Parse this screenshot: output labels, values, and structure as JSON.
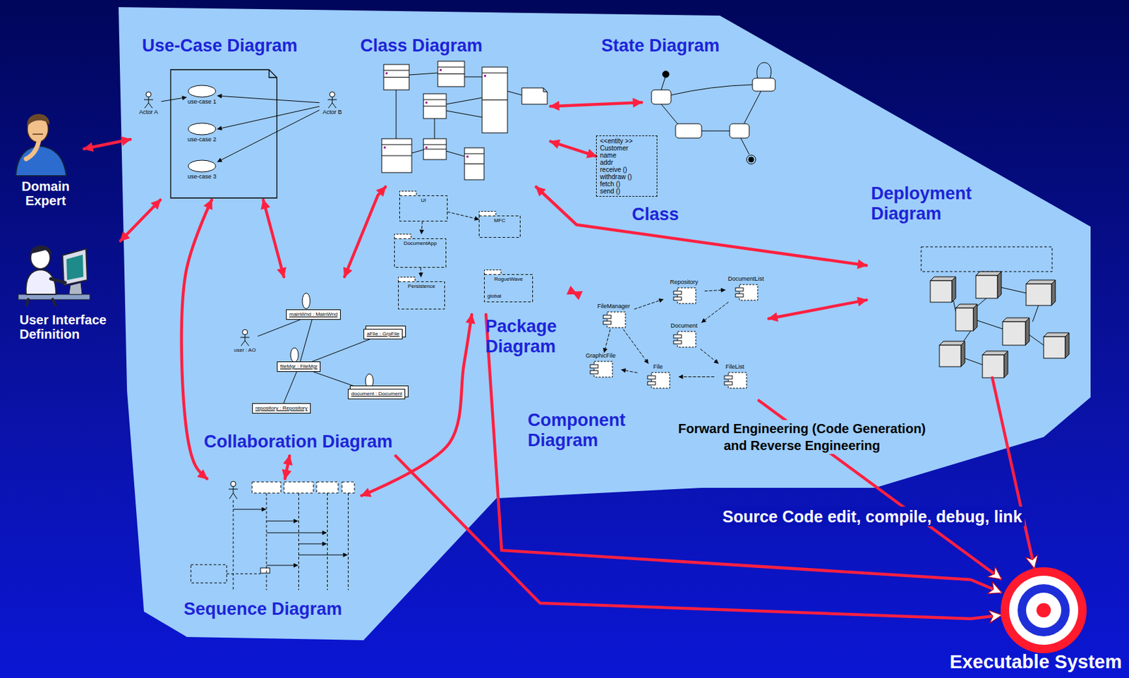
{
  "diagram": {
    "nodes": [
      {
        "text": [
          "Domain Expert"
        ]
      },
      {
        "text": [
          "User Interface Definition"
        ]
      },
      {
        "text": [
          "Use-Case Diagram"
        ]
      },
      {
        "text": [
          "Actor A"
        ],
        "in": 2
      },
      {
        "text": [
          "Actor B"
        ],
        "in": 2
      },
      {
        "text": [
          "use-case 1"
        ],
        "in": 2
      },
      {
        "text": [
          "use-case 2"
        ],
        "in": 2
      },
      {
        "text": [
          "use-case 3"
        ],
        "in": 2
      },
      {
        "text": [
          "Class Diagram"
        ]
      },
      {
        "text": [
          "State Diagram"
        ]
      },
      {
        "text": [
          "<<entity >>",
          "Customer",
          "name",
          "addr",
          "receive ()",
          "withdraw ()",
          "fetch ()",
          "send ()",
          "Class"
        ]
      },
      {
        "text": [
          "Package Diagram"
        ]
      },
      {
        "text": [
          "UI"
        ],
        "in": 11
      },
      {
        "text": [
          "MFC"
        ],
        "in": 11
      },
      {
        "text": [
          "DocumentApp"
        ],
        "in": 11
      },
      {
        "text": [
          "Persistence"
        ],
        "in": 11
      },
      {
        "text": [
          "RogueWave",
          "global"
        ],
        "in": 11
      },
      {
        "text": [
          "Deployment Diagram"
        ]
      },
      {
        "text": [
          "Collaboration Diagram"
        ]
      },
      {
        "text": [
          "mainWnd : MainWnd"
        ],
        "in": 18
      },
      {
        "text": [
          "user : AO"
        ],
        "in": 18
      },
      {
        "text": [
          "fileMgr : FileMgr"
        ],
        "in": 18
      },
      {
        "text": [
          "aFile : GrpFile"
        ],
        "in": 18
      },
      {
        "text": [
          "repository : Repository"
        ],
        "in": 18
      },
      {
        "text": [
          "document : Document"
        ],
        "in": 18
      },
      {
        "text": [
          "Component Diagram"
        ]
      },
      {
        "text": [
          "FileManager"
        ],
        "in": 25
      },
      {
        "text": [
          "Repository"
        ],
        "in": 25
      },
      {
        "text": [
          "DocumentList"
        ],
        "in": 25
      },
      {
        "text": [
          "Document"
        ],
        "in": 25
      },
      {
        "text": [
          "GraphicFile"
        ],
        "in": 25
      },
      {
        "text": [
          "File"
        ],
        "in": 25
      },
      {
        "text": [
          "FileList"
        ],
        "in": 25
      },
      {
        "text": [
          "Sequence Diagram"
        ]
      },
      {
        "text": [
          "Executable System"
        ]
      }
    ],
    "edges": [
      {
        "from": 0,
        "to": 2,
        "arrow": "both"
      },
      {
        "from": 1,
        "to": 2,
        "arrow": "both"
      },
      {
        "from": 3,
        "to": 5,
        "arrow": "to"
      },
      {
        "from": 4,
        "to": 5,
        "arrow": "to"
      },
      {
        "from": 4,
        "to": 6,
        "arrow": "to"
      },
      {
        "from": 4,
        "to": 7,
        "arrow": "to"
      },
      {
        "from": 2,
        "to": 18,
        "arrow": "both"
      },
      {
        "from": 8,
        "to": 18,
        "arrow": "both"
      },
      {
        "from": 2,
        "to": 33,
        "arrow": "both"
      },
      {
        "from": 18,
        "to": 33,
        "arrow": "both"
      },
      {
        "from": 8,
        "to": 9,
        "arrow": "both"
      },
      {
        "from": 8,
        "to": 10,
        "arrow": "both"
      },
      {
        "from": 8,
        "to": 17,
        "arrow": "both"
      },
      {
        "from": 12,
        "to": 13,
        "arrow": "to"
      },
      {
        "from": 12,
        "to": 14,
        "arrow": "to"
      },
      {
        "from": 14,
        "to": 15,
        "arrow": "to"
      },
      {
        "from": 11,
        "to": 25,
        "arrow": "both"
      },
      {
        "from": 11,
        "to": 33,
        "arrow": "both"
      },
      {
        "from": 25,
        "to": 17,
        "arrow": "both"
      },
      {
        "from": 20,
        "to": 19,
        "arrow": "none"
      },
      {
        "from": 19,
        "to": 21,
        "arrow": "none"
      },
      {
        "from": 21,
        "to": 22,
        "arrow": "none"
      },
      {
        "from": 21,
        "to": 23,
        "arrow": "none"
      },
      {
        "from": 21,
        "to": 24,
        "arrow": "none"
      },
      {
        "from": 26,
        "to": 27,
        "arrow": "to"
      },
      {
        "from": 27,
        "to": 28,
        "arrow": "to"
      },
      {
        "from": 28,
        "to": 29,
        "arrow": "to"
      },
      {
        "from": 29,
        "to": 32,
        "arrow": "to"
      },
      {
        "from": 26,
        "to": 30,
        "arrow": "to"
      },
      {
        "from": 26,
        "to": 31,
        "arrow": "to"
      },
      {
        "from": 32,
        "to": 31,
        "arrow": "to"
      },
      {
        "from": 31,
        "to": 30,
        "arrow": "to"
      },
      {
        "from": 11,
        "to": 34,
        "arrow": "to"
      },
      {
        "from": 18,
        "to": 34,
        "arrow": "to"
      },
      {
        "from": 25,
        "to": 34,
        "arrow": "to"
      },
      {
        "from": 17,
        "to": 34,
        "arrow": "to"
      }
    ],
    "labels": [
      "Forward Engineering (Code Generation) and Reverse Engineering",
      "Source Code edit, compile, debug, link"
    ]
  }
}
